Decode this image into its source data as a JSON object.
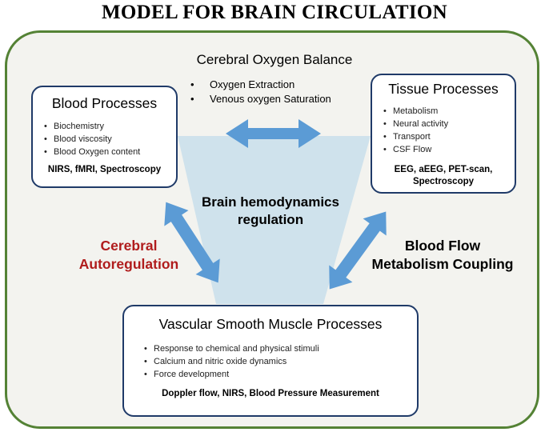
{
  "title": "MODEL FOR BRAIN CIRCULATION",
  "center": {
    "heading": "Cerebral Oxygen Balance",
    "items": [
      "Oxygen Extraction",
      "Venous oxygen Saturation"
    ],
    "regulation_line1": "Brain hemodynamics",
    "regulation_line2": "regulation"
  },
  "left_link": {
    "line1": "Cerebral",
    "line2": "Autoregulation",
    "color": "#b01c1c"
  },
  "right_link": {
    "line1": "Blood Flow",
    "line2": "Metabolism Coupling"
  },
  "blood": {
    "title": "Blood Processes",
    "items": [
      "Biochemistry",
      "Blood viscosity",
      "Blood Oxygen content"
    ],
    "methods": "NIRS, fMRI, Spectroscopy"
  },
  "tissue": {
    "title": "Tissue Processes",
    "items": [
      "Metabolism",
      "Neural activity",
      "Transport",
      "CSF Flow"
    ],
    "methods_line1": "EEG, aEEG, PET-scan,",
    "methods_line2": "Spectroscopy"
  },
  "vascular": {
    "title": "Vascular Smooth Muscle Processes",
    "items": [
      "Response to chemical and physical stimuli",
      "Calcium and nitric oxide dynamics",
      "Force development"
    ],
    "methods": "Doppler flow, NIRS, Blood Pressure Measurement"
  },
  "colors": {
    "frame": "#548235",
    "box_border": "#1f3a68",
    "arrow": "#5b9bd5",
    "triangle": "#cfe2ec"
  }
}
